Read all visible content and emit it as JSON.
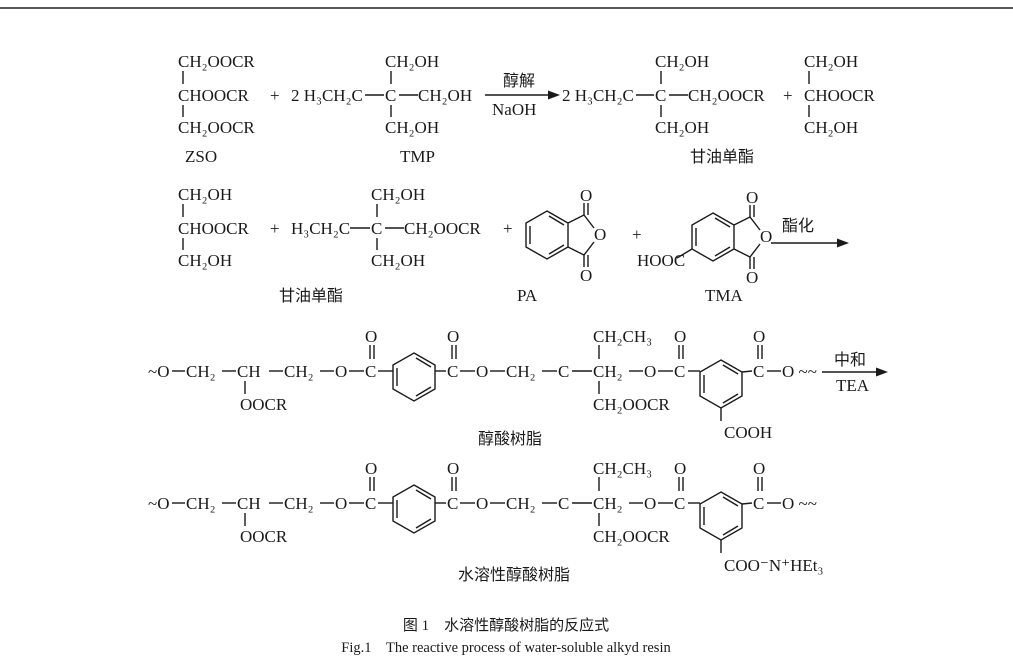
{
  "row1": {
    "zso_c1": "CH₂OOCR",
    "zso_c2": "CHOOCR",
    "zso_c3": "CH₂OOCR",
    "plus1": "+",
    "tmp_coef": "2 H₃CH₂C",
    "tmp_top": "CH₂OH",
    "tmp_c": "C",
    "tmp_right": "CH₂OH",
    "tmp_bottom": "CH₂OH",
    "arrow_top": "醇解",
    "arrow_bottom": "NaOH",
    "prod_coef": "2 H₃CH₂C",
    "prod_top": "CH₂OH",
    "prod_c": "C",
    "prod_right": "CH₂OOCR",
    "prod_bottom": "CH₂OH",
    "plus2": "+",
    "mg_c1": "CH₂OH",
    "mg_c2": "CHOOCR",
    "mg_c3": "CH₂OH",
    "label_zso": "ZSO",
    "label_tmp": "TMP",
    "label_monoester": "甘油单酯"
  },
  "row2": {
    "mg_c1": "CH₂OH",
    "mg_c2": "CHOOCR",
    "mg_c3": "CH₂OH",
    "plus1": "+",
    "tm_left": "H₃CH₂C",
    "tm_top": "CH₂OH",
    "tm_c": "C",
    "tm_right": "CH₂OOCR",
    "tm_bottom": "CH₂OH",
    "plus2": "+",
    "pa_o_top": "O",
    "pa_o_ring": "O",
    "pa_o_bottom": "O",
    "plus3": "+",
    "tma_o_top": "O",
    "tma_o_ring": "O",
    "tma_o_bottom": "O",
    "tma_hooc": "HOOC",
    "arrow_top": "酯化",
    "label_monoester": "甘油单酯",
    "label_pa": "PA",
    "label_tma": "TMA"
  },
  "row3": {
    "chain_start": "~O",
    "ch2_a": "CH₂",
    "ch": "CH",
    "ch2_b": "CH₂",
    "o1": "O",
    "c1": "C",
    "c1_o": "O",
    "c2": "C",
    "c2_o": "O",
    "o2": "O",
    "ch2_c": "CH₂",
    "c3": "C",
    "ethyl": "CH₂CH₃",
    "ch2_d": "CH₂",
    "ester_side": "CH₂OOCR",
    "o3": "O",
    "c4": "C",
    "c4_o": "O",
    "c5": "C",
    "c5_o": "O",
    "o_end": "O ~~",
    "side_oocr": "OOCR",
    "cooh": "COOH",
    "arrow_top": "中和",
    "arrow_bottom": "TEA",
    "label": "醇酸树脂"
  },
  "row4": {
    "chain_start": "~O",
    "ch2_a": "CH₂",
    "ch": "CH",
    "ch2_b": "CH₂",
    "o1": "O",
    "c1": "C",
    "c1_o": "O",
    "c2": "C",
    "c2_o": "O",
    "o2": "O",
    "ch2_c": "CH₂",
    "c3": "C",
    "ethyl": "CH₂CH₃",
    "ch2_d": "CH₂",
    "ester_side": "CH₂OOCR",
    "o3": "O",
    "c4": "C",
    "c4_o": "O",
    "c5": "C",
    "c5_o": "O",
    "o_end": "O ~~",
    "side_oocr": "OOCR",
    "salt": "COO⁻N⁺HEt₃",
    "label": "水溶性醇酸树脂"
  },
  "caption": {
    "cn": "图 1　水溶性醇酸树脂的反应式",
    "en": "Fig.1　The reactive process of water-soluble alkyd resin"
  }
}
